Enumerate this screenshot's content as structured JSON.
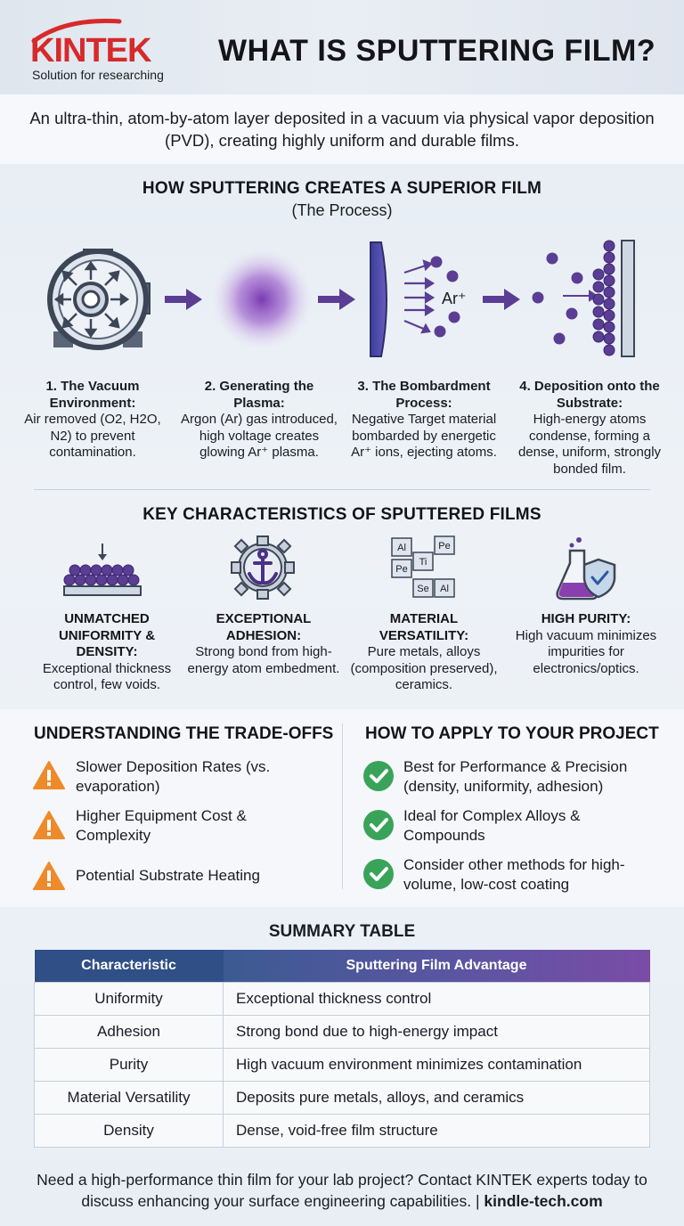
{
  "header": {
    "logo": "KINTEK",
    "tagline": "Solution for researching",
    "title": "WHAT IS SPUTTERING FILM?"
  },
  "intro": "An ultra-thin, atom-by-atom layer deposited in a vacuum via physical vapor deposition (PVD), creating highly uniform and durable films.",
  "process": {
    "title": "HOW SPUTTERING CREATES A SUPERIOR FILM",
    "subtitle": "(The Process)",
    "ion_label": "Ar⁺",
    "steps": [
      {
        "title": "1. The Vacuum Environment:",
        "desc": "Air removed (O2, H2O, N2) to prevent contamination."
      },
      {
        "title": "2. Generating the Plasma:",
        "desc": "Argon (Ar) gas introduced, high voltage creates glowing Ar⁺ plasma."
      },
      {
        "title": "3. The Bombardment Process:",
        "desc": "Negative Target material bombarded by energetic Ar⁺ ions, ejecting atoms."
      },
      {
        "title": "4. Deposition onto the Substrate:",
        "desc": "High-energy atoms condense, forming a dense, uniform, strongly bonded film."
      }
    ]
  },
  "characteristics": {
    "title": "KEY CHARACTERISTICS OF SPUTTERED FILMS",
    "elements": [
      "Al",
      "Pe",
      "Pe",
      "Ti",
      "Se",
      "Al"
    ],
    "items": [
      {
        "title": "UNMATCHED UNIFORMITY & DENSITY:",
        "desc": "Exceptional thickness control, few voids."
      },
      {
        "title": "EXCEPTIONAL ADHESION:",
        "desc": "Strong bond from high-energy atom embedment."
      },
      {
        "title": "MATERIAL VERSATILITY:",
        "desc": "Pure metals, alloys (composition preserved), ceramics."
      },
      {
        "title": "HIGH PURITY:",
        "desc": "High vacuum minimizes impurities for electronics/optics."
      }
    ]
  },
  "tradeoffs": {
    "title": "UNDERSTANDING THE TRADE-OFFS",
    "items": [
      "Slower Deposition Rates (vs. evaporation)",
      "Higher Equipment Cost & Complexity",
      "Potential Substrate Heating"
    ]
  },
  "apply": {
    "title": "HOW TO APPLY TO YOUR PROJECT",
    "items": [
      "Best for Performance & Precision (density, uniformity, adhesion)",
      "Ideal for Complex Alloys & Compounds",
      "Consider other methods for high-volume, low-cost coating"
    ]
  },
  "summary": {
    "title": "SUMMARY TABLE",
    "headers": [
      "Characteristic",
      "Sputtering Film Advantage"
    ],
    "rows": [
      [
        "Uniformity",
        "Exceptional thickness control"
      ],
      [
        "Adhesion",
        "Strong bond due to high-energy impact"
      ],
      [
        "Purity",
        "High vacuum environment minimizes contamination"
      ],
      [
        "Material Versatility",
        "Deposits pure metals, alloys, and ceramics"
      ],
      [
        "Density",
        "Dense, void-free film structure"
      ]
    ]
  },
  "footer": {
    "text": "Need a high-performance thin film for your lab project? Contact KINTEK experts today to discuss enhancing your surface engineering capabilities. | ",
    "link": "kindle-tech.com"
  },
  "colors": {
    "brand_red": "#d62a2a",
    "purple": "#5b3d94",
    "warning_orange": "#ef8a2a",
    "check_green": "#3aa35a",
    "table_header_blue": "#2f4f86"
  }
}
